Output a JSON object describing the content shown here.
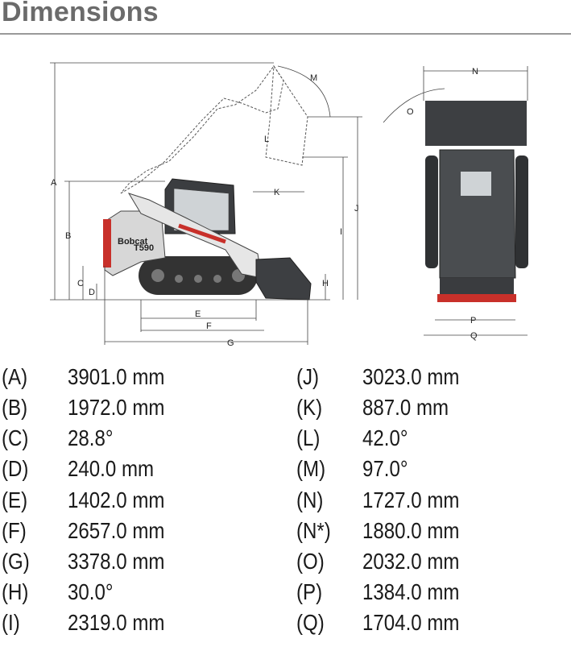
{
  "page": {
    "title": "Dimensions"
  },
  "machine": {
    "brand": "Bobcat",
    "model": "T590"
  },
  "diagram_labels": [
    "A",
    "B",
    "C",
    "D",
    "E",
    "F",
    "G",
    "H",
    "I",
    "J",
    "K",
    "L",
    "M",
    "N",
    "O",
    "P",
    "Q"
  ],
  "specs_left": [
    {
      "code": "(A)",
      "value": "3901.0 mm"
    },
    {
      "code": "(B)",
      "value": "1972.0 mm"
    },
    {
      "code": "(C)",
      "value": "28.8°"
    },
    {
      "code": "(D)",
      "value": "240.0 mm"
    },
    {
      "code": "(E)",
      "value": "1402.0 mm"
    },
    {
      "code": "(F)",
      "value": "2657.0 mm"
    },
    {
      "code": "(G)",
      "value": "3378.0 mm"
    },
    {
      "code": "(H)",
      "value": "30.0°"
    },
    {
      "code": "(I)",
      "value": "2319.0 mm"
    }
  ],
  "specs_right": [
    {
      "code": "(J)",
      "value": "3023.0 mm"
    },
    {
      "code": "(K)",
      "value": "887.0 mm"
    },
    {
      "code": "(L)",
      "value": "42.0°"
    },
    {
      "code": "(M)",
      "value": "97.0°"
    },
    {
      "code": "(N)",
      "value": "1727.0 mm"
    },
    {
      "code": "(N*)",
      "value": "1880.0 mm"
    },
    {
      "code": "(O)",
      "value": "2032.0 mm"
    },
    {
      "code": "(P)",
      "value": "1384.0 mm"
    },
    {
      "code": "(Q)",
      "value": "1704.0 mm"
    }
  ]
}
